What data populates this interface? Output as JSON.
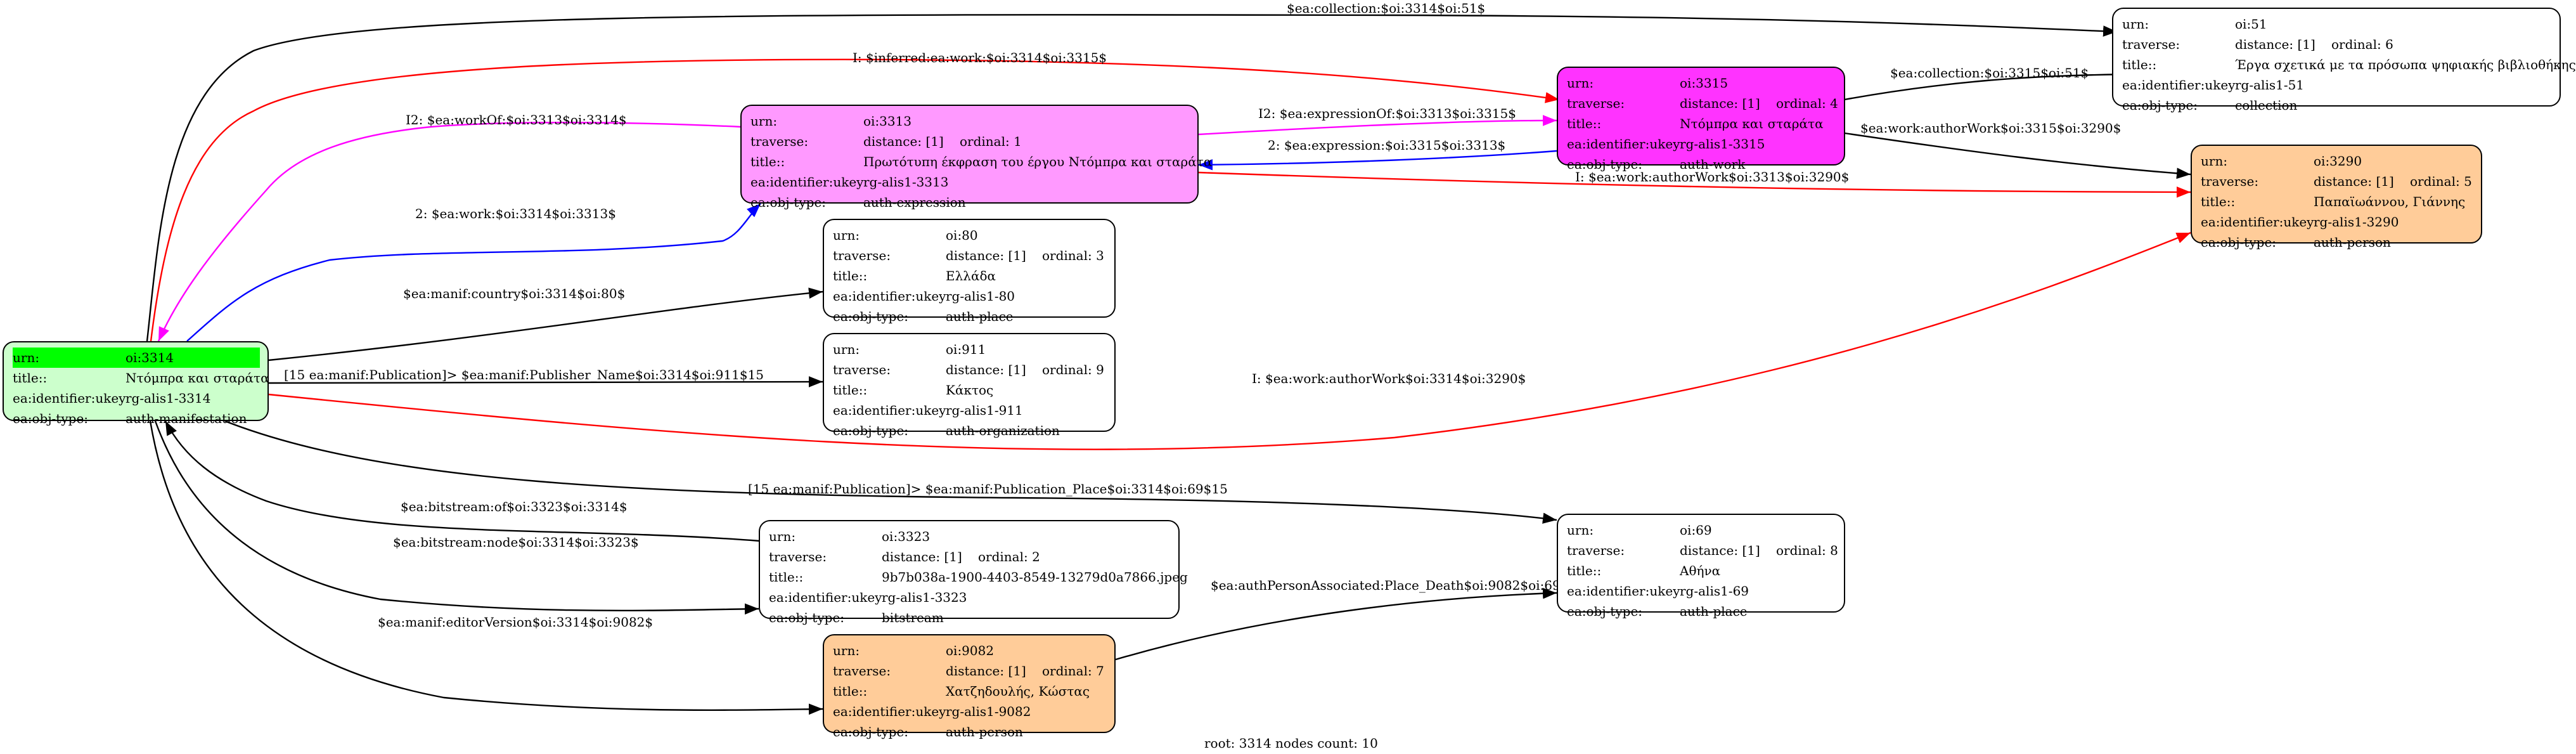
{
  "footer": "root: 3314 nodes count: 10",
  "colors": {
    "root_fill": "#ccffcc",
    "root_highlight": "#00ff00",
    "expression_fill": "#ff99ff",
    "work_fill": "#ff33ff",
    "person_fill": "#ffcc99",
    "default_fill": "#ffffff",
    "edge_black": "#000000",
    "edge_red": "#ff0000",
    "edge_magenta": "#ff00ff",
    "edge_blue": "#0000ff"
  },
  "nodes": {
    "n3314": {
      "urn_key": "urn:",
      "urn": "oi:3314",
      "title_key": "title::",
      "title": "Ντόμπρα και σταράτα",
      "ukey_key": "ea:identifier:ukey",
      "ukey": "rg-alis1-3314",
      "type_key": "ea:obj-type:",
      "type": "auth-manifestation"
    },
    "n3313": {
      "urn_key": "urn:",
      "urn": "oi:3313",
      "traverse_key": "traverse:",
      "distance": "distance: [1]",
      "ordinal": "ordinal: 1",
      "title_key": "title::",
      "title": "Πρωτότυπη έκφραση του έργου Ντόμπρα και σταράτα",
      "ukey_key": "ea:identifier:ukey",
      "ukey": "rg-alis1-3313",
      "type_key": "ea:obj-type:",
      "type": "auth-expression"
    },
    "n3315": {
      "urn_key": "urn:",
      "urn": "oi:3315",
      "traverse_key": "traverse:",
      "distance": "distance: [1]",
      "ordinal": "ordinal: 4",
      "title_key": "title::",
      "title": "Ντόμπρα και σταράτα",
      "ukey_key": "ea:identifier:ukey",
      "ukey": "rg-alis1-3315",
      "type_key": "ea:obj-type:",
      "type": "auth-work"
    },
    "n51": {
      "urn_key": "urn:",
      "urn": "oi:51",
      "traverse_key": "traverse:",
      "distance": "distance: [1]",
      "ordinal": "ordinal: 6",
      "title_key": "title::",
      "title": "Έργα σχετικά με τα πρόσωπα ψηφιακής βιβλιοθήκης",
      "ukey_key": "ea:identifier:ukey",
      "ukey": "rg-alis1-51",
      "type_key": "ea:obj-type:",
      "type": "collection"
    },
    "n3290": {
      "urn_key": "urn:",
      "urn": "oi:3290",
      "traverse_key": "traverse:",
      "distance": "distance: [1]",
      "ordinal": "ordinal: 5",
      "title_key": "title::",
      "title": "Παπαϊωάννου, Γιάννης",
      "ukey_key": "ea:identifier:ukey",
      "ukey": "rg-alis1-3290",
      "type_key": "ea:obj-type:",
      "type": "auth-person"
    },
    "n80": {
      "urn_key": "urn:",
      "urn": "oi:80",
      "traverse_key": "traverse:",
      "distance": "distance: [1]",
      "ordinal": "ordinal: 3",
      "title_key": "title::",
      "title": "Ελλάδα",
      "ukey_key": "ea:identifier:ukey",
      "ukey": "rg-alis1-80",
      "type_key": "ea:obj-type:",
      "type": "auth-place"
    },
    "n911": {
      "urn_key": "urn:",
      "urn": "oi:911",
      "traverse_key": "traverse:",
      "distance": "distance: [1]",
      "ordinal": "ordinal: 9",
      "title_key": "title::",
      "title": "Κάκτος",
      "ukey_key": "ea:identifier:ukey",
      "ukey": "rg-alis1-911",
      "type_key": "ea:obj-type:",
      "type": "auth-organization"
    },
    "n3323": {
      "urn_key": "urn:",
      "urn": "oi:3323",
      "traverse_key": "traverse:",
      "distance": "distance: [1]",
      "ordinal": "ordinal: 2",
      "title_key": "title::",
      "title": "9b7b038a-1900-4403-8549-13279d0a7866.jpeg",
      "ukey_key": "ea:identifier:ukey",
      "ukey": "rg-alis1-3323",
      "type_key": "ea:obj-type:",
      "type": "bitstream"
    },
    "n69": {
      "urn_key": "urn:",
      "urn": "oi:69",
      "traverse_key": "traverse:",
      "distance": "distance: [1]",
      "ordinal": "ordinal: 8",
      "title_key": "title::",
      "title": "Αθήνα",
      "ukey_key": "ea:identifier:ukey",
      "ukey": "rg-alis1-69",
      "type_key": "ea:obj-type:",
      "type": "auth-place"
    },
    "n9082": {
      "urn_key": "urn:",
      "urn": "oi:9082",
      "traverse_key": "traverse:",
      "distance": "distance: [1]",
      "ordinal": "ordinal: 7",
      "title_key": "title::",
      "title": "Χατζηδουλής, Κώστας",
      "ukey_key": "ea:identifier:ukey",
      "ukey": "rg-alis1-9082",
      "type_key": "ea:obj-type:",
      "type": "auth-person"
    }
  },
  "edges": [
    {
      "id": "e1",
      "from": "oi:3314",
      "to": "oi:51",
      "color": "black",
      "label": "$ea:collection:$oi:3314$oi:51$"
    },
    {
      "id": "e2",
      "from": "oi:3314",
      "to": "oi:3315",
      "color": "red",
      "label": "I: $inferred:ea:work:$oi:3314$oi:3315$"
    },
    {
      "id": "e3",
      "from": "oi:3313",
      "to": "oi:3314",
      "color": "magenta",
      "label": "I2: $ea:workOf:$oi:3313$oi:3314$"
    },
    {
      "id": "e4",
      "from": "oi:3314",
      "to": "oi:3313",
      "color": "blue",
      "label": "2: $ea:work:$oi:3314$oi:3313$"
    },
    {
      "id": "e5",
      "from": "oi:3313",
      "to": "oi:3315",
      "color": "magenta",
      "label": "I2: $ea:expressionOf:$oi:3313$oi:3315$"
    },
    {
      "id": "e6",
      "from": "oi:3315",
      "to": "oi:3313",
      "color": "blue",
      "label": "2: $ea:expression:$oi:3315$oi:3313$"
    },
    {
      "id": "e7",
      "from": "oi:3315",
      "to": "oi:51",
      "color": "black",
      "label": "$ea:collection:$oi:3315$oi:51$"
    },
    {
      "id": "e8",
      "from": "oi:3315",
      "to": "oi:3290",
      "color": "black",
      "label": "$ea:work:authorWork$oi:3315$oi:3290$"
    },
    {
      "id": "e9",
      "from": "oi:3313",
      "to": "oi:3290",
      "color": "red",
      "label": "I: $ea:work:authorWork$oi:3313$oi:3290$"
    },
    {
      "id": "e10",
      "from": "oi:3314",
      "to": "oi:80",
      "color": "black",
      "label": "$ea:manif:country$oi:3314$oi:80$"
    },
    {
      "id": "e11",
      "from": "oi:3314",
      "to": "oi:911",
      "color": "black",
      "label": "[15 ea:manif:Publication]> $ea:manif:Publisher_Name$oi:3314$oi:911$15"
    },
    {
      "id": "e12",
      "from": "oi:3314",
      "to": "oi:3290",
      "color": "red",
      "label": "I: $ea:work:authorWork$oi:3314$oi:3290$"
    },
    {
      "id": "e13",
      "from": "oi:3314",
      "to": "oi:69",
      "color": "black",
      "label": "[15 ea:manif:Publication]> $ea:manif:Publication_Place$oi:3314$oi:69$15"
    },
    {
      "id": "e14",
      "from": "oi:3323",
      "to": "oi:3314",
      "color": "black",
      "label": "$ea:bitstream:of$oi:3323$oi:3314$"
    },
    {
      "id": "e15",
      "from": "oi:3314",
      "to": "oi:3323",
      "color": "black",
      "label": "$ea:bitstream:node$oi:3314$oi:3323$"
    },
    {
      "id": "e16",
      "from": "oi:3314",
      "to": "oi:9082",
      "color": "black",
      "label": "$ea:manif:editorVersion$oi:3314$oi:9082$"
    },
    {
      "id": "e17",
      "from": "oi:9082",
      "to": "oi:69",
      "color": "black",
      "label": "$ea:authPersonAssociated:Place_Death$oi:9082$oi:69$"
    }
  ]
}
